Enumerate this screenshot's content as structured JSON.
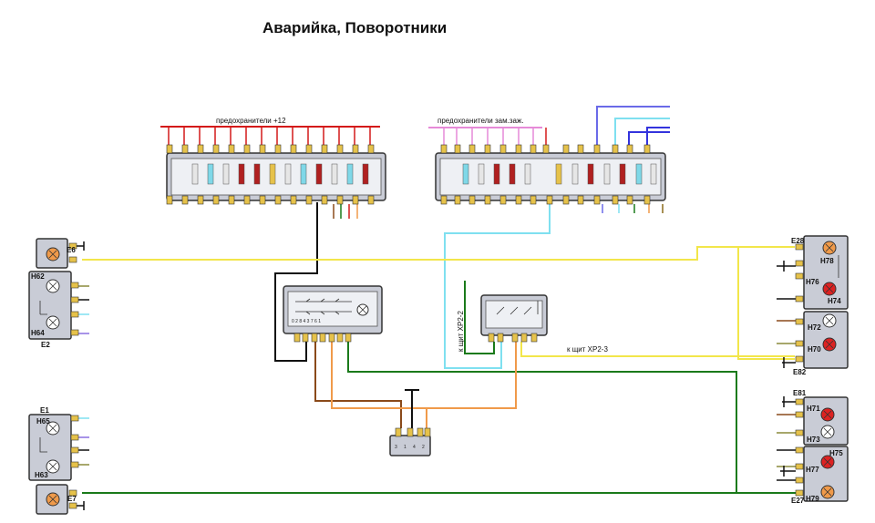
{
  "title": "Аварийка, Поворотники",
  "fuse_blocks": {
    "left_label": "предохранители  +12",
    "right_label": "предохранители  зам.заж."
  },
  "connector_labels": {
    "xp2_2": "к щит ХР2-2",
    "xp2_3": "к щит ХР2-3"
  },
  "relay_pins": [
    "3",
    "1",
    "4",
    "2"
  ],
  "switch_pins": "0  2  8  4  3  7  6  1",
  "left_lamps": {
    "e6": "E6",
    "h62": "H62",
    "h64": "H64",
    "e2": "E2",
    "e1": "E1",
    "h65": "H65",
    "h63": "H63",
    "e7": "E7"
  },
  "right_lamps": {
    "e28": "E28",
    "h78": "H78",
    "h76": "H76",
    "h74": "H74",
    "h72": "H72",
    "h70": "H70",
    "e82": "E82",
    "e81": "E81",
    "h71": "H71",
    "h73": "H73",
    "h75": "H75",
    "h77": "H77",
    "h79": "H79",
    "e27": "E27"
  },
  "wire_colors": {
    "red": "#d41a1a",
    "pink": "#e68ad8",
    "blue": "#3333dd",
    "violet": "#8a6fe0",
    "cyan": "#7fe0f0",
    "yellow": "#f2e64a",
    "green": "#1a7a1a",
    "orange": "#f09a4a",
    "brown": "#8a4a1a",
    "black": "#111111",
    "olive": "#8a8a3a"
  }
}
